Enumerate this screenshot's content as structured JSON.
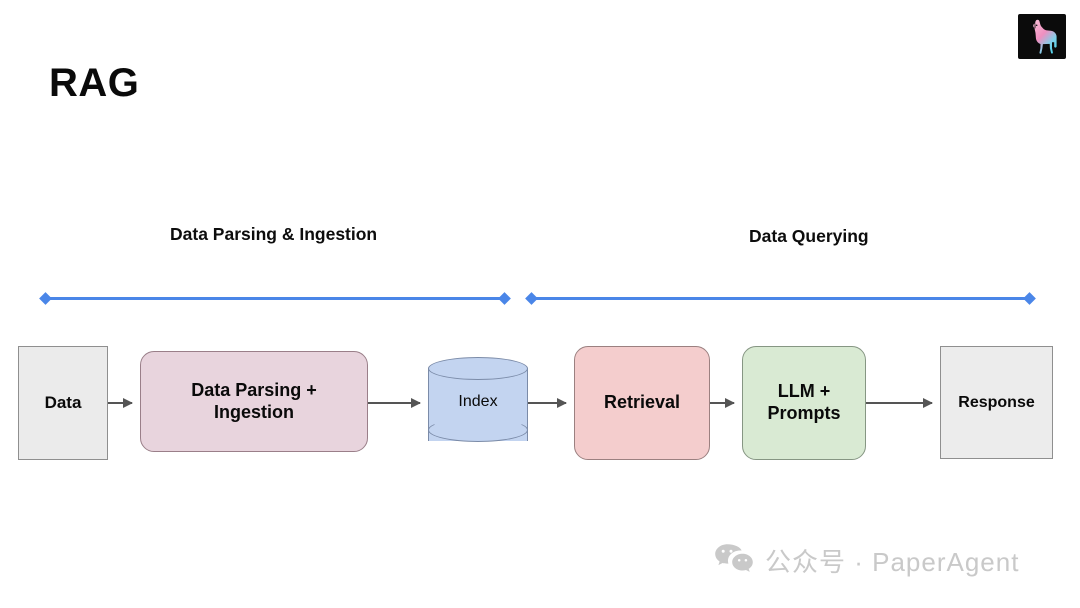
{
  "slide": {
    "title": "RAG",
    "background_color": "#ffffff"
  },
  "logo": {
    "name": "llama-logo",
    "background_color": "#0b0b0b",
    "gradient_from": "#f5a3c7",
    "gradient_to": "#5ad6e8"
  },
  "phases": [
    {
      "id": "ingestion",
      "label": "Data Parsing & Ingestion",
      "rule_color": "#4a86e8"
    },
    {
      "id": "querying",
      "label": "Data Querying",
      "rule_color": "#4a86e8"
    }
  ],
  "flow": {
    "nodes": [
      {
        "id": "data",
        "label": "Data",
        "shape": "rectangle",
        "fill": "#ebebeb",
        "stroke": "#8f8f8f"
      },
      {
        "id": "parsing",
        "label": "Data Parsing +\nIngestion",
        "shape": "rounded-rectangle",
        "fill": "#e8d4dd",
        "stroke": "#9a7f89"
      },
      {
        "id": "index",
        "label": "Index",
        "shape": "cylinder",
        "fill": "#c3d4f0",
        "stroke": "#7b8ba8"
      },
      {
        "id": "retrieval",
        "label": "Retrieval",
        "shape": "rounded-rectangle",
        "fill": "#f4cdcd",
        "stroke": "#9b8080"
      },
      {
        "id": "llm",
        "label": "LLM +\nPrompts",
        "shape": "rounded-rectangle",
        "fill": "#d9ead3",
        "stroke": "#869683"
      },
      {
        "id": "response",
        "label": "Response",
        "shape": "rectangle",
        "fill": "#ececec",
        "stroke": "#8f8f8f"
      }
    ],
    "arrow_color": "#555555",
    "connections": [
      {
        "from": "data",
        "to": "parsing"
      },
      {
        "from": "parsing",
        "to": "index"
      },
      {
        "from": "index",
        "to": "retrieval"
      },
      {
        "from": "retrieval",
        "to": "llm"
      },
      {
        "from": "llm",
        "to": "response"
      }
    ]
  },
  "watermark": {
    "icon": "wechat-icon",
    "text": "公众号 · PaperAgent",
    "color": "#c9c9c9"
  }
}
